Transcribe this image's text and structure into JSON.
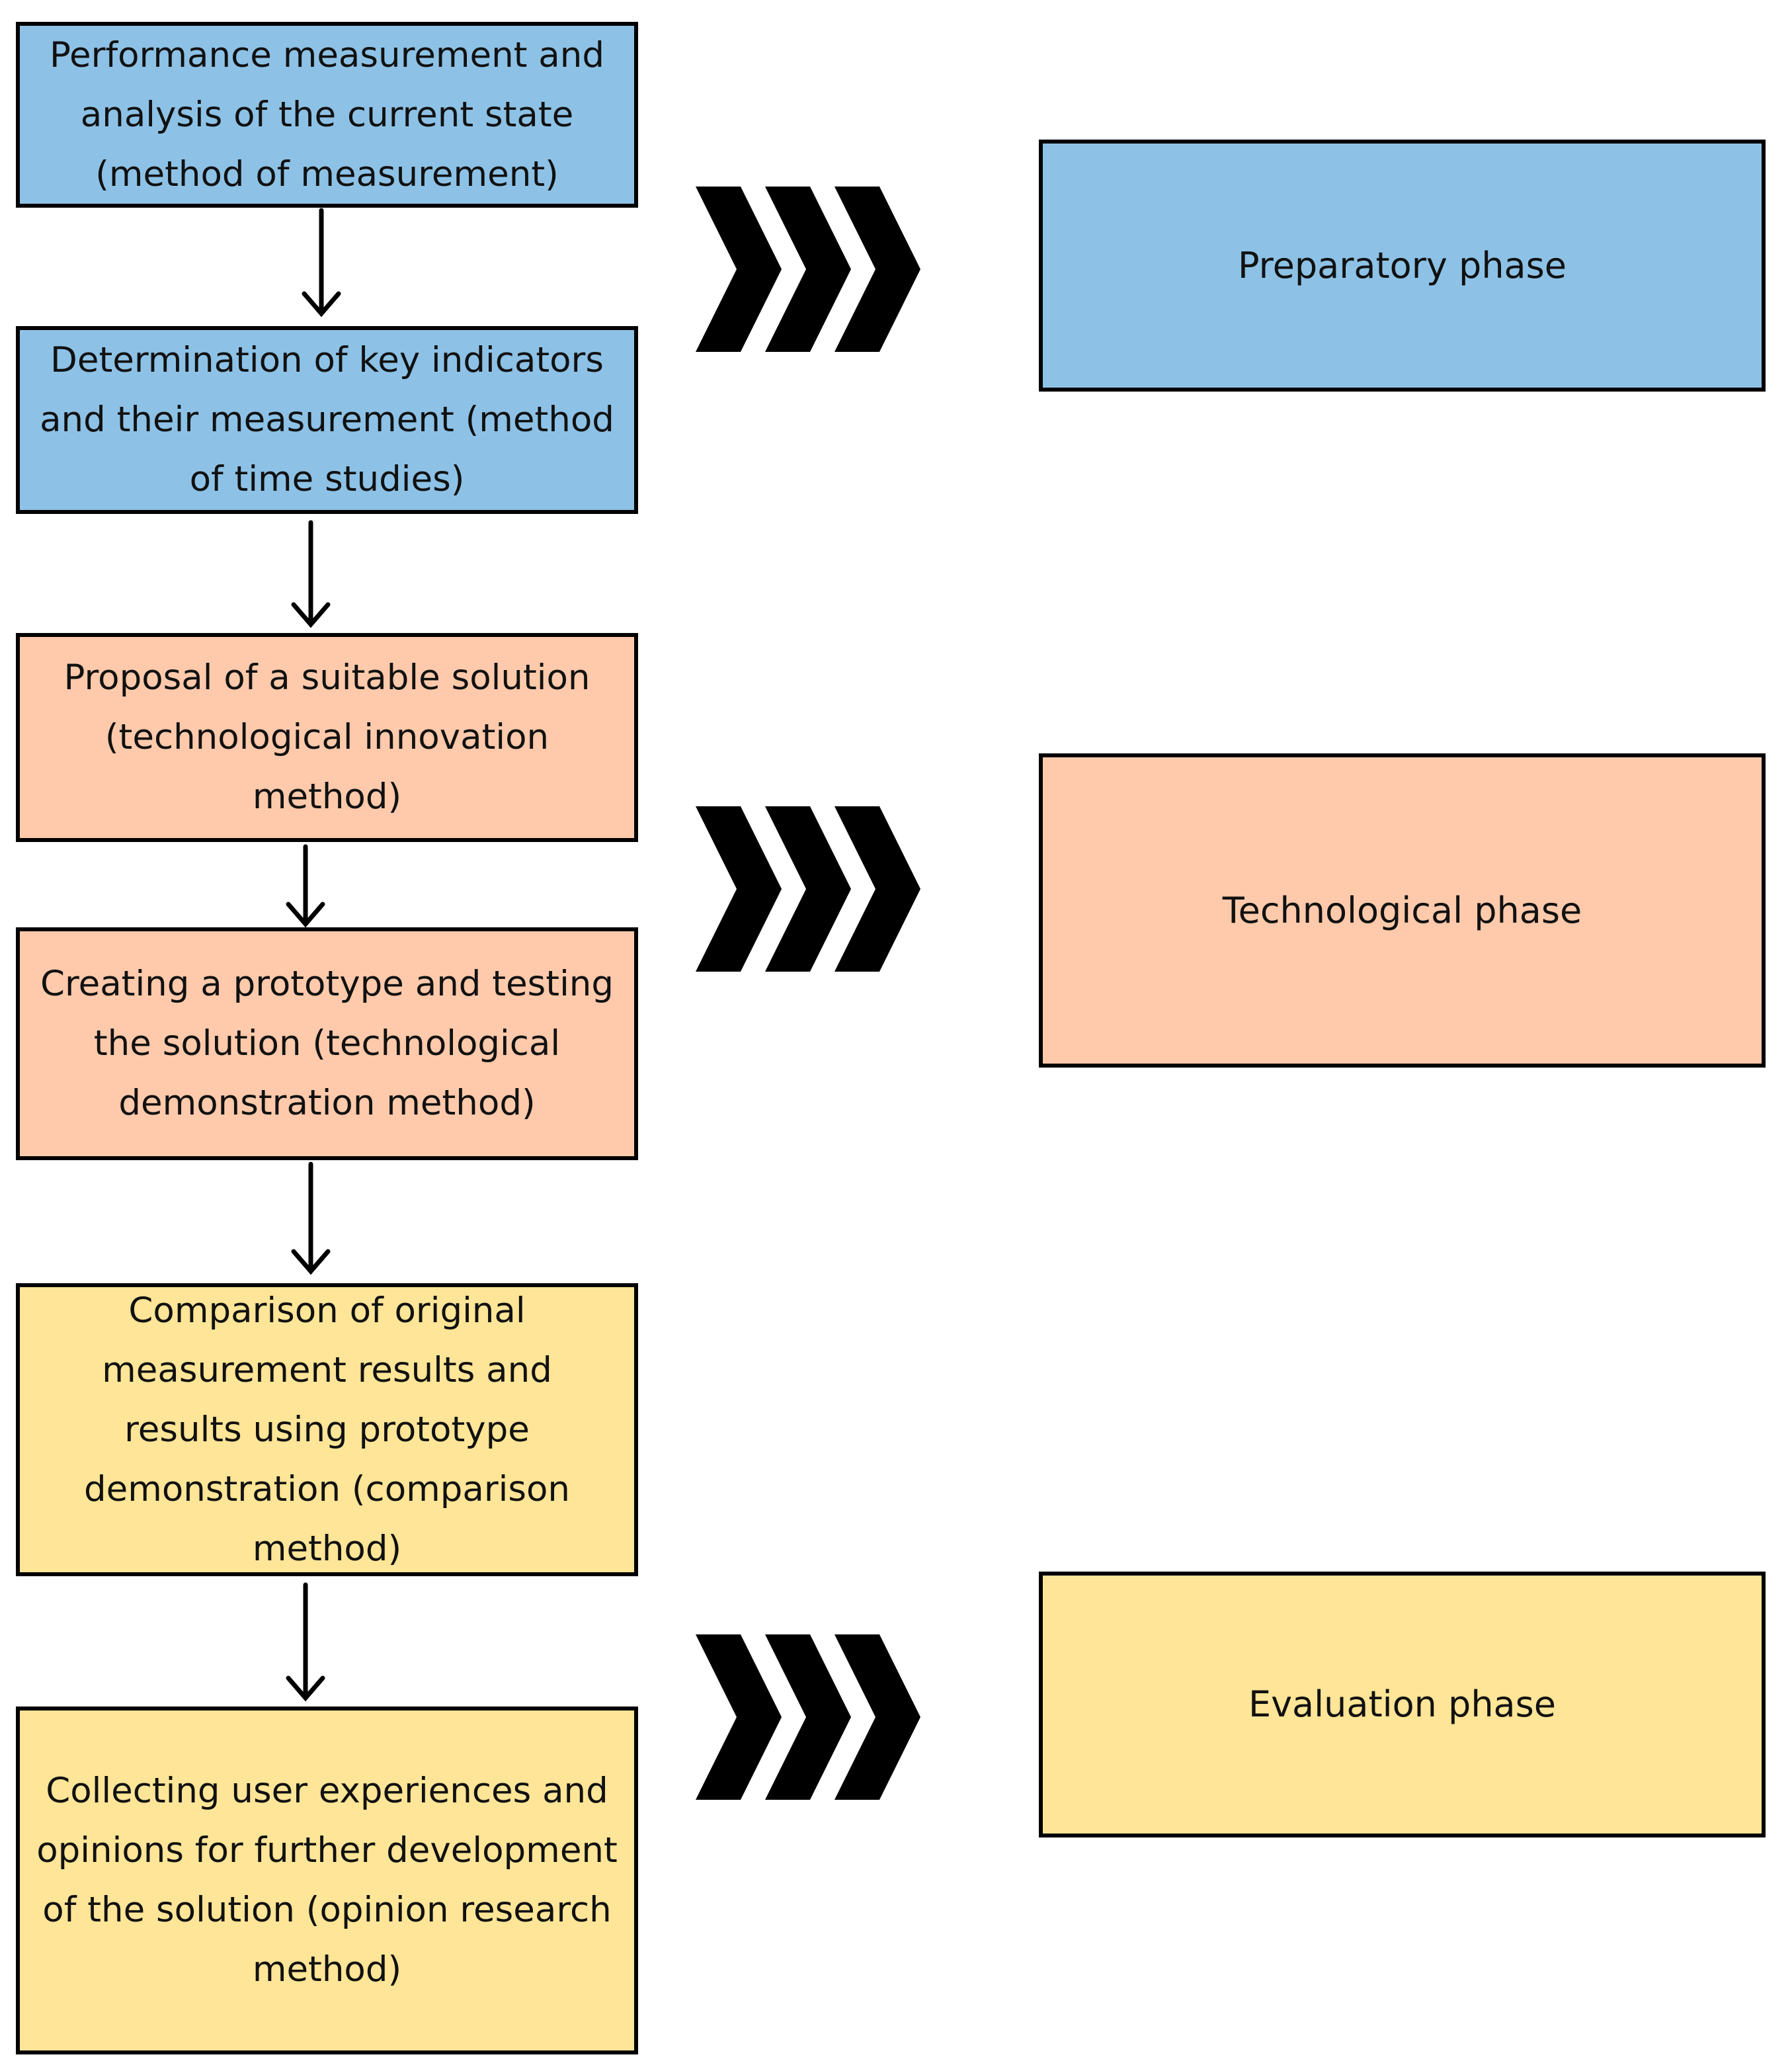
{
  "colors": {
    "preparatory": "#8DC2E6",
    "technological": "#FECAAB",
    "evaluation": "#FEE597",
    "border": "#000000"
  },
  "steps": [
    {
      "text": "Performance measurement and analysis of the current state (method of measurement)",
      "phase": "preparatory"
    },
    {
      "text": "Determination of key indicators and their measurement (method of time studies)",
      "phase": "preparatory"
    },
    {
      "text": "Proposal of a suitable solution (technological innovation method)",
      "phase": "technological"
    },
    {
      "text": "Creating a prototype and testing the solution (technological demonstration method)",
      "phase": "technological"
    },
    {
      "text": "Comparison of original measurement results and results using prototype demonstration (comparison method)",
      "phase": "evaluation"
    },
    {
      "text": "Collecting user experiences and opinions for further development of the solution (opinion research method)",
      "phase": "evaluation"
    }
  ],
  "phases": [
    {
      "label": "Preparatory phase",
      "key": "preparatory"
    },
    {
      "label": "Technological phase",
      "key": "technological"
    },
    {
      "label": "Evaluation phase",
      "key": "evaluation"
    }
  ],
  "connector_icons": [
    "down-arrow-icon",
    "triple-chevron-icon"
  ]
}
